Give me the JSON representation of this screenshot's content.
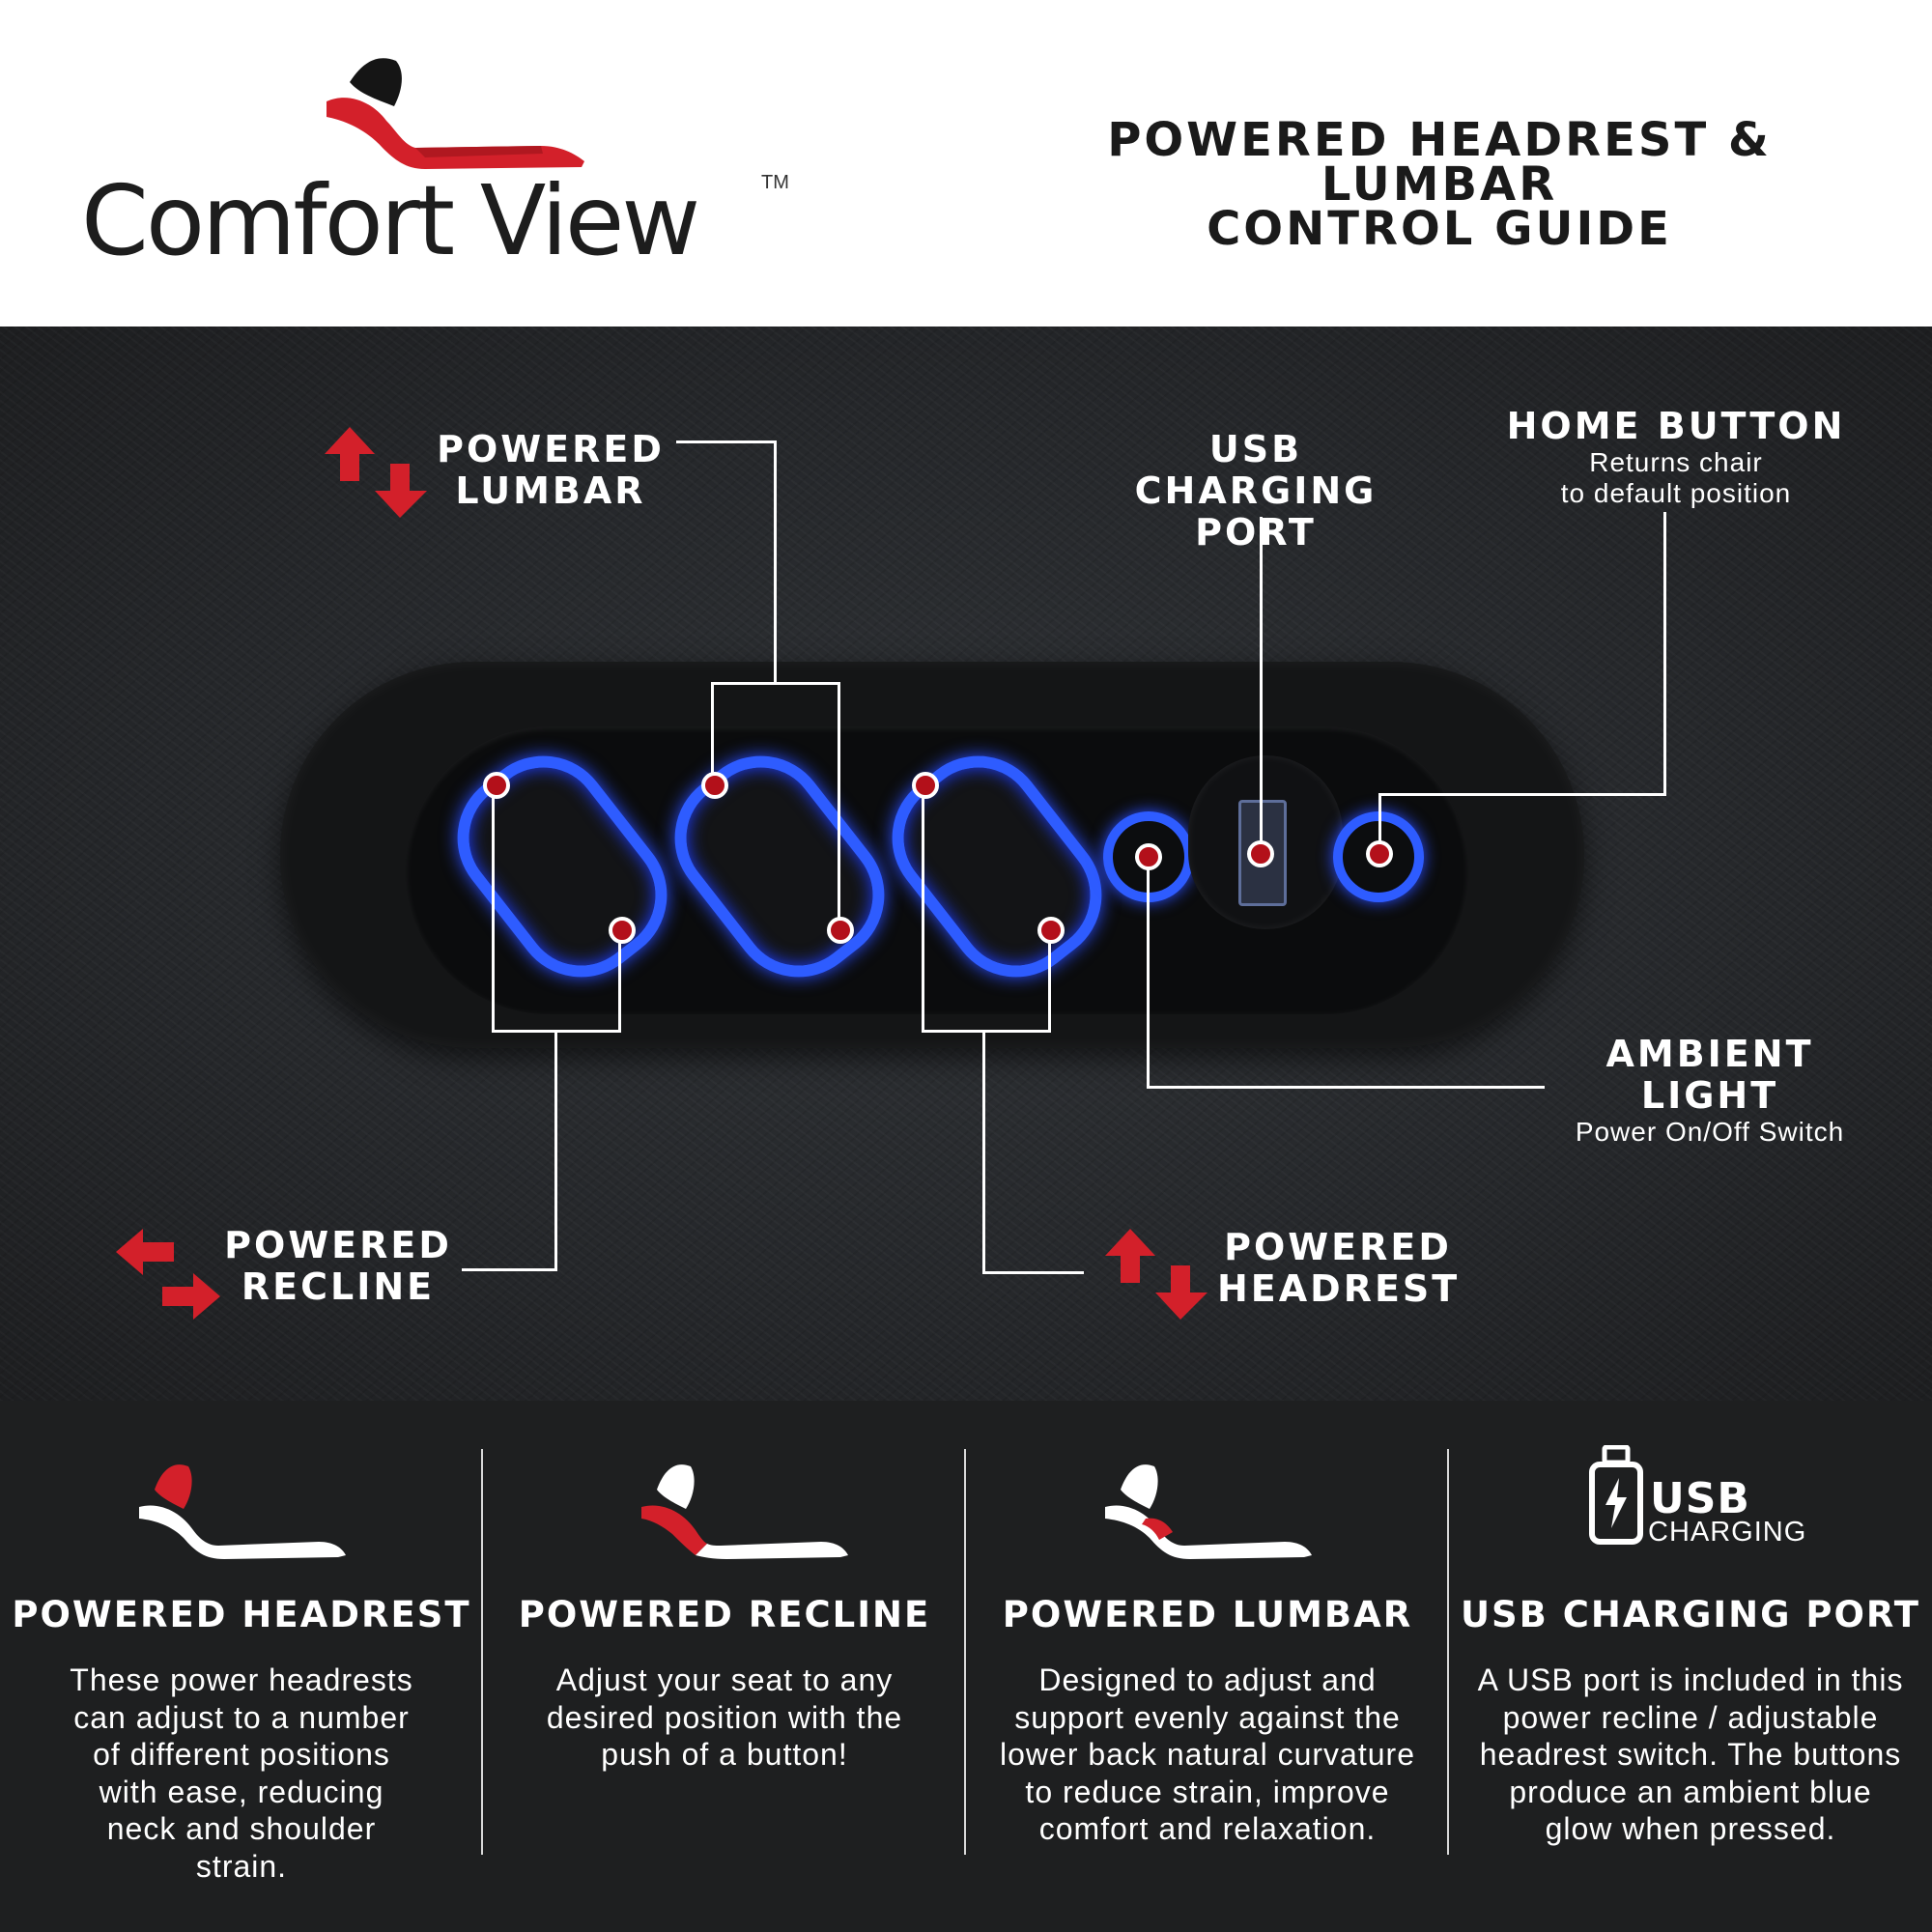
{
  "header": {
    "brand": "Comfort View",
    "trademark": "TM",
    "title_line1": "POWERED HEADREST & LUMBAR",
    "title_line2": "CONTROL GUIDE"
  },
  "callouts": {
    "lumbar_line1": "POWERED",
    "lumbar_line2": "LUMBAR",
    "usb_line1": "USB CHARGING",
    "usb_line2": "PORT",
    "home_title": "HOME BUTTON",
    "home_sub1": "Returns chair",
    "home_sub2": "to default position",
    "ambient_title": "AMBIENT LIGHT",
    "ambient_sub": "Power On/Off Switch",
    "recline_line1": "POWERED",
    "recline_line2": "RECLINE",
    "headrest_line1": "POWERED",
    "headrest_line2": "HEADREST"
  },
  "features": [
    {
      "title": "POWERED HEADREST",
      "lines": [
        "These power headrests",
        "can adjust to a number",
        "of different positions",
        "with ease, reducing",
        "neck and shoulder",
        "strain."
      ]
    },
    {
      "title": "POWERED RECLINE",
      "lines": [
        "Adjust your seat to any",
        "desired position with the",
        "push of a button!"
      ]
    },
    {
      "title": "POWERED LUMBAR",
      "lines": [
        "Designed to adjust and",
        "support evenly against the",
        "lower back natural curvature",
        "to reduce strain, improve",
        "comfort and relaxation."
      ]
    },
    {
      "title": "USB CHARGING PORT",
      "lines": [
        "A USB port is included in this",
        "power recline / adjustable",
        "headrest switch. The buttons",
        "produce an ambient blue",
        "glow when pressed."
      ]
    }
  ],
  "usb_badge": {
    "word": "USB",
    "sub": "CHARGING"
  },
  "icons": [
    "chair-logo-icon",
    "up-down-arrows-icon",
    "left-right-arrows-icon",
    "chair-headrest-icon",
    "chair-recline-icon",
    "chair-lumbar-icon",
    "usb-battery-icon"
  ],
  "colors": {
    "accent_red": "#d3202a",
    "glow_blue": "#2e5cff",
    "leather": "#27292c",
    "band": "#1e1f20"
  }
}
